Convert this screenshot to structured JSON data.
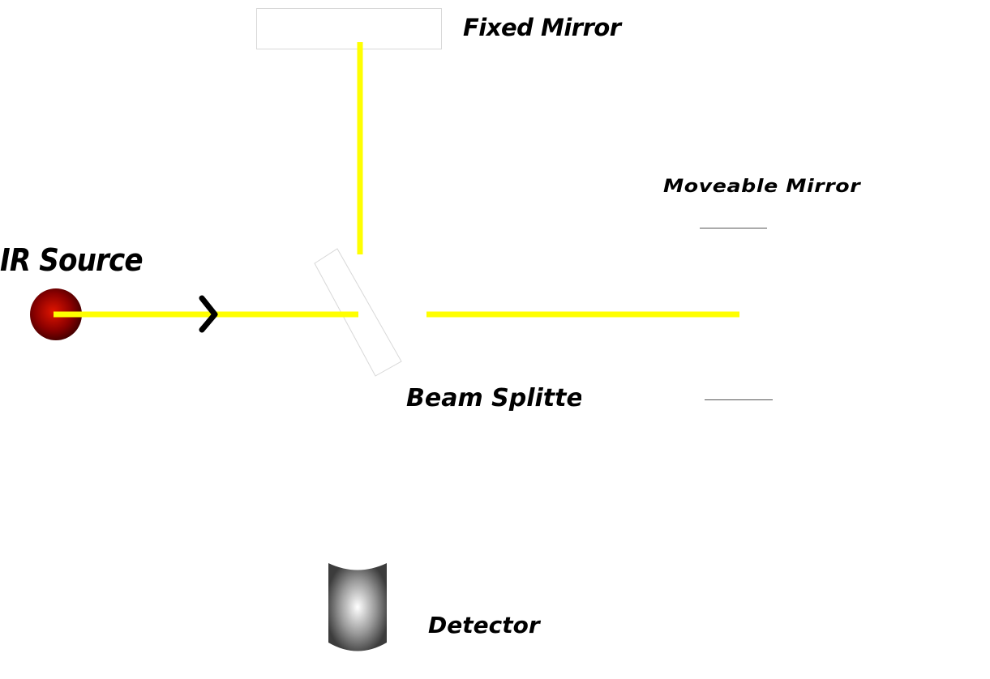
{
  "labels": {
    "fixed_mirror": "Fixed Mirror",
    "moveable_mirror": "Moveable Mirror",
    "ir_source": "IR Source",
    "beam_splitter": "Beam Splitter",
    "detector": "Detector"
  },
  "colors": {
    "beam": "#ffff00",
    "source_core": "#d21a00",
    "source_edge": "#5a0000",
    "detector_light": "#ffffff",
    "detector_dark": "#3c3c3c",
    "outline": "#cccccc",
    "arrow": "#000000"
  }
}
